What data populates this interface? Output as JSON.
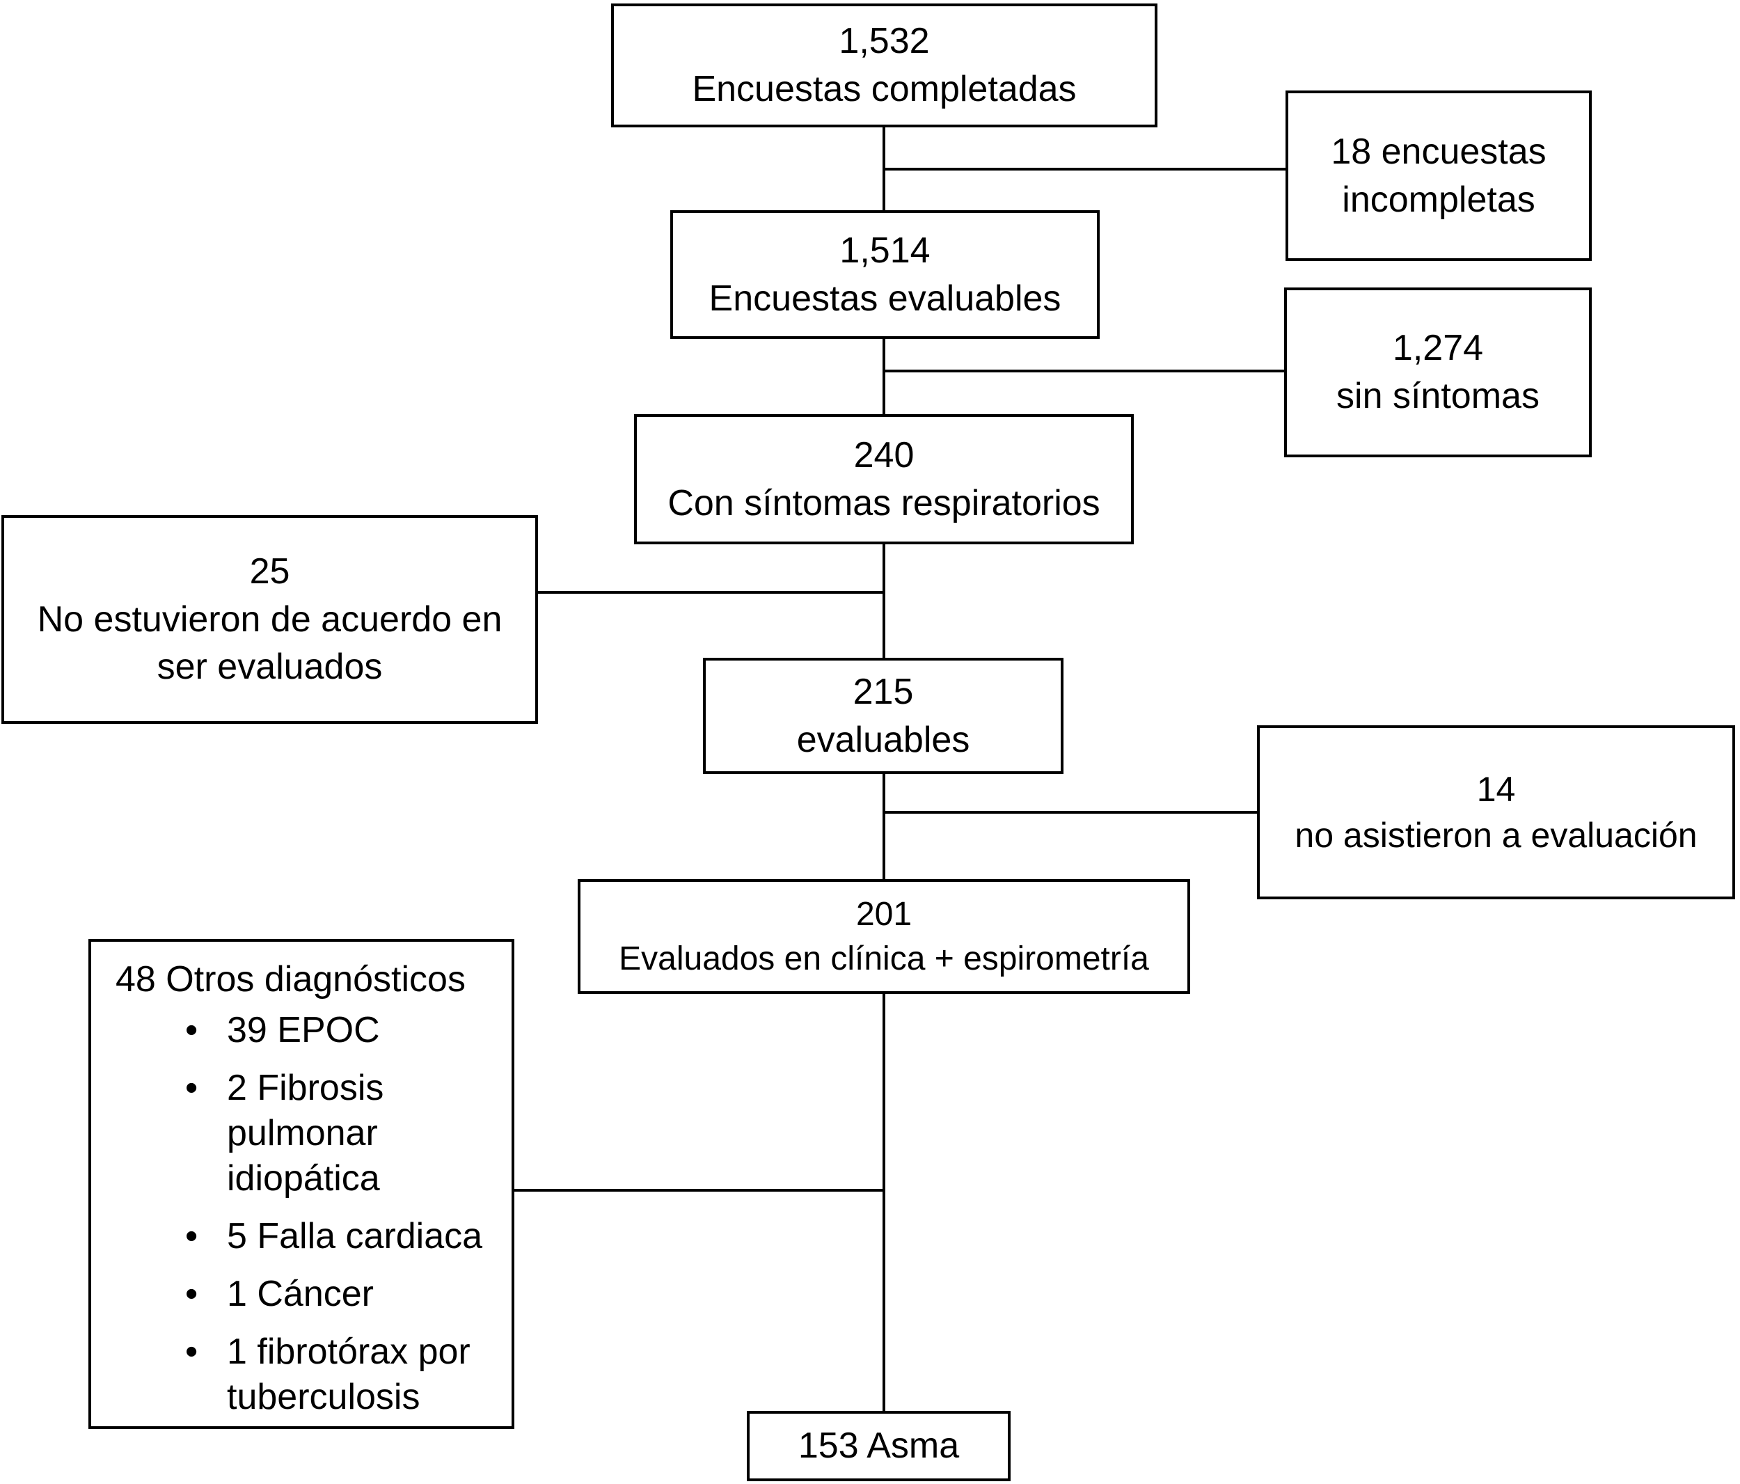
{
  "diagram": {
    "language": "es",
    "colors": {
      "line": "#000000",
      "background": "#ffffff",
      "text": "#000000"
    },
    "main_flow": {
      "surveys_completed": {
        "value": "1,532",
        "label": "Encuestas completadas"
      },
      "surveys_evaluable": {
        "value": "1,514",
        "label": "Encuestas evaluables"
      },
      "with_symptoms": {
        "value": "240",
        "label": "Con síntomas respiratorios"
      },
      "evaluable": {
        "value": "215",
        "label": "evaluables"
      },
      "evaluated_clinic": {
        "value": "201",
        "label": "Evaluados en clínica + espirometría"
      },
      "asthma": {
        "label": "153 Asma"
      }
    },
    "exclusions": {
      "incomplete_surveys": {
        "line1": "18 encuestas",
        "line2": "incompletas"
      },
      "no_symptoms": {
        "value": "1,274",
        "label": "sin síntomas"
      },
      "did_not_agree": {
        "value": "25",
        "line1": "No estuvieron de acuerdo en",
        "line2": "ser evaluados"
      },
      "no_show": {
        "value": "14",
        "label": "no asistieron a evaluación"
      },
      "other_diagnoses": {
        "heading": "48 Otros diagnósticos",
        "items": [
          "39 EPOC",
          "2 Fibrosis pulmonar idiopática",
          "5 Falla cardiaca",
          "1 Cáncer",
          "1 fibrotórax por tuberculosis"
        ]
      }
    }
  }
}
